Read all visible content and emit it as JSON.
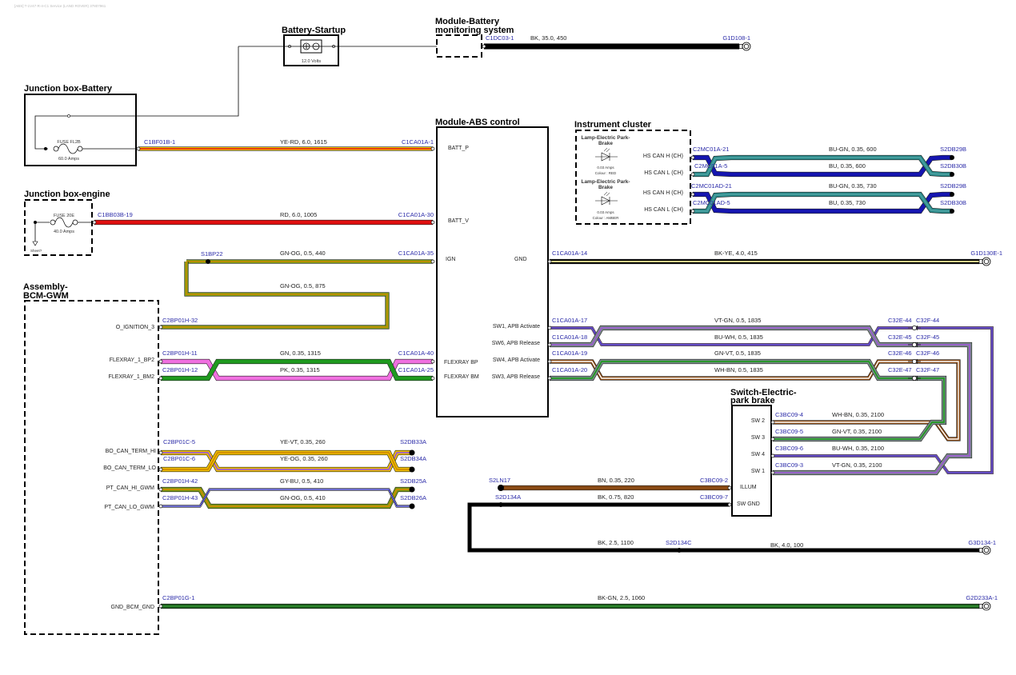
{
  "header_note": "[ABS] T-1V47-R-4-C1 Service (LAND ROVER) 37807961",
  "components": {
    "battery_startup": {
      "title": "Battery-Startup",
      "rating": "12.0 Volts"
    },
    "module_bms": {
      "title_line1": "Module-Battery",
      "title_line2": "monitoring system"
    },
    "jb_battery": {
      "title": "Junction box-Battery",
      "fuse_name": "FUSE FL2B",
      "fuse_rating": "60.0 Amps"
    },
    "jb_engine": {
      "title": "Junction box-engine",
      "fuse_name": "FUSE 20E",
      "fuse_rating": "40.0 Amps",
      "sheet_ref": "Sheet?"
    },
    "abs_module": {
      "title": "Module-ABS control",
      "pins": {
        "batt_p": "BATT_P",
        "batt_v": "BATT_V",
        "ign": "IGN",
        "gnd": "GND",
        "flexray_bp": "FLEXRAY BP",
        "flexray_bm": "FLEXRAY BM",
        "sw1": "SW1, APB Activate",
        "sw6": "SW6, APB Release",
        "sw4": "SW4, APB Activate",
        "sw3": "SW3, APB Release"
      }
    },
    "instrument_cluster": {
      "title": "Instrument cluster",
      "lamps": [
        {
          "title_line1": "Lamp-Electric Park-",
          "title_line2": "Brake",
          "current": "0.03 Amps",
          "colour": "Colour : RED"
        },
        {
          "title_line1": "Lamp-Electric Park-",
          "title_line2": "Brake",
          "current": "0.03 Amps",
          "colour": "Colour : AMBER"
        }
      ],
      "pins": [
        "HS CAN H (CH)",
        "HS CAN L (CH)",
        "HS CAN H (CH)",
        "HS CAN L (CH)"
      ]
    },
    "bcm_gwm": {
      "title_line1": "Assembly-",
      "title_line2": "BCM-GWM",
      "pins": {
        "ign": "O_IGNITION_3",
        "fr_bp2": "FLEXRAY_1_BP2",
        "fr_bm2": "FLEXRAY_1_BM2",
        "bo_hi": "BO_CAN_TERM_HI",
        "bo_lo": "BO_CAN_TERM_LO",
        "pt_hi": "PT_CAN_HI_GWM",
        "pt_lo": "PT_CAN_LO_GWM",
        "gnd": "GND_BCM_GND"
      }
    },
    "epb_switch": {
      "title_line1": "Switch-Electric-",
      "title_line2": "park brake",
      "pins": [
        "SW 2",
        "SW 3",
        "SW 4",
        "SW 1",
        "ILLUM",
        "SW GND"
      ]
    }
  },
  "wires": {
    "bms_gnd": {
      "spec": "BK, 35.0, 450",
      "from": "C1DC03-1",
      "to": "G1D108-1"
    },
    "batt_p": {
      "spec": "YE-RD, 6.0, 1615",
      "from": "C1BF01B-1",
      "to": "C1CA01A-1"
    },
    "batt_v": {
      "spec": "RD, 6.0, 1005",
      "from": "C1BB03B-19",
      "to": "C1CA01A-30"
    },
    "ign_a": {
      "spec": "GN-OG, 0.5, 440",
      "from": "S1BP22",
      "to": "C1CA01A-35"
    },
    "ign_b": {
      "spec": "GN-OG, 0.5, 875",
      "from": "C2BP01H-32"
    },
    "abs_gnd": {
      "spec": "BK-YE, 4.0, 415",
      "from": "C1CA01A-14",
      "to": "G1D130E-1"
    },
    "ic_h1": {
      "spec": "BU-GN, 0.35, 600",
      "from": "C2MC01A-21",
      "to": "S2DB29B"
    },
    "ic_l1": {
      "spec": "BU, 0.35, 600",
      "from": "C2MC01A-5",
      "to": "S2DB30B"
    },
    "ic_h2": {
      "spec": "BU-GN, 0.35, 730",
      "from": "C2MC01AD-21",
      "to": "S2DB29B"
    },
    "ic_l2": {
      "spec": "BU, 0.35, 730",
      "from": "C2MC01AD-5",
      "to": "S2DB30B"
    },
    "fr_gn": {
      "spec": "GN, 0.35, 1315",
      "from": "C2BP01H-11",
      "to": "C1CA01A-40"
    },
    "fr_pk": {
      "spec": "PK, 0.35, 1315",
      "from": "C2BP01H-12",
      "to": "C1CA01A-25"
    },
    "sw_vtgn": {
      "spec": "VT-GN, 0.5, 1835",
      "from": "C1CA01A-17",
      "to_e": "C32E-44",
      "to_f": "C32F-44"
    },
    "sw_buwh": {
      "spec": "BU-WH, 0.5, 1835",
      "from": "C1CA01A-18",
      "to_e": "C32E-45",
      "to_f": "C32F-45"
    },
    "sw_gnvt": {
      "spec": "GN-VT, 0.5, 1835",
      "from": "C1CA01A-19",
      "to_e": "C32E-46",
      "to_f": "C32F-46"
    },
    "sw_whbn": {
      "spec": "WH-BN, 0.5, 1835",
      "from": "C1CA01A-20",
      "to_e": "C32E-47",
      "to_f": "C32F-47"
    },
    "epb_whbn": {
      "spec": "WH-BN, 0.35, 2100",
      "from": "C3BC09-4"
    },
    "epb_gnvt": {
      "spec": "GN-VT, 0.35, 2100",
      "from": "C3BC09-5"
    },
    "epb_buwh": {
      "spec": "BU-WH, 0.35, 2100",
      "from": "C3BC09-6"
    },
    "epb_vtgn": {
      "spec": "VT-GN, 0.35, 2100",
      "from": "C3BC09-3"
    },
    "bo_hi": {
      "spec": "YE-VT, 0.35, 260",
      "from": "C2BP01C-5",
      "to": "S2DB33A"
    },
    "bo_lo": {
      "spec": "YE-OG, 0.35, 260",
      "from": "C2BP01C-6",
      "to": "S2DB34A"
    },
    "pt_hi": {
      "spec": "GY-BU, 0.5, 410",
      "from": "C2BP01H-42",
      "to": "S2DB25A"
    },
    "pt_lo": {
      "spec": "GN-OG, 0.5, 410",
      "from": "C2BP01H-43",
      "to": "S2DB26A"
    },
    "illum": {
      "spec": "BN, 0.35, 220",
      "from": "S2LN17",
      "to": "C3BC09-2"
    },
    "swgnd": {
      "spec": "BK, 0.75, 820",
      "from": "S2D134A",
      "to": "C3BC09-7"
    },
    "gnd_splice": {
      "spec": "BK, 2.5, 1100",
      "splice": "S2D134C"
    },
    "gnd_main": {
      "spec": "BK, 4.0, 100",
      "to": "G3D134-1"
    },
    "bcm_gnd": {
      "spec": "BK-GN, 2.5, 1060",
      "from": "C2BP01G-1",
      "to": "G2D233A-1"
    }
  },
  "colors": {
    "connector_text": "#2a2aa8",
    "RD": "#e01010",
    "YE": "#f0c000",
    "GN": "#1f9a1f",
    "OG": "#d08a00",
    "BU": "#1515b0",
    "BUGN": "#2a8a8a",
    "PK": "#f070e0",
    "VT": "#9a5ad0",
    "BN": "#8a4a14",
    "GY": "#7a8a8a",
    "BK": "#000000",
    "WH": "#ffffff",
    "OLIVE": "#7a9a14"
  }
}
